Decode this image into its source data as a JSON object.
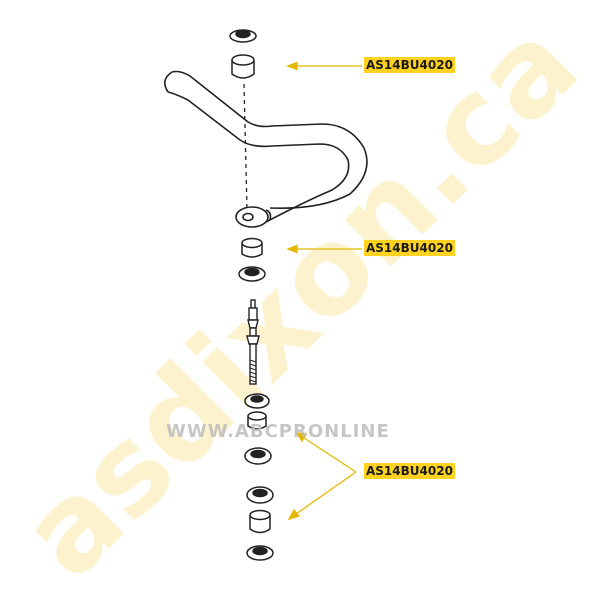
{
  "watermark": {
    "brand": "asdixon.ca",
    "url": "WWW.ABCPRONLINE"
  },
  "callouts": [
    {
      "part_number": "AS14BU4020"
    },
    {
      "part_number": "AS14BU4020"
    },
    {
      "part_number": "AS14BU4020"
    }
  ],
  "colors": {
    "label_highlight": "#ffd21f",
    "arrow": "#e3b800",
    "line_art": "#222222",
    "watermark": "#fbe9a6"
  }
}
